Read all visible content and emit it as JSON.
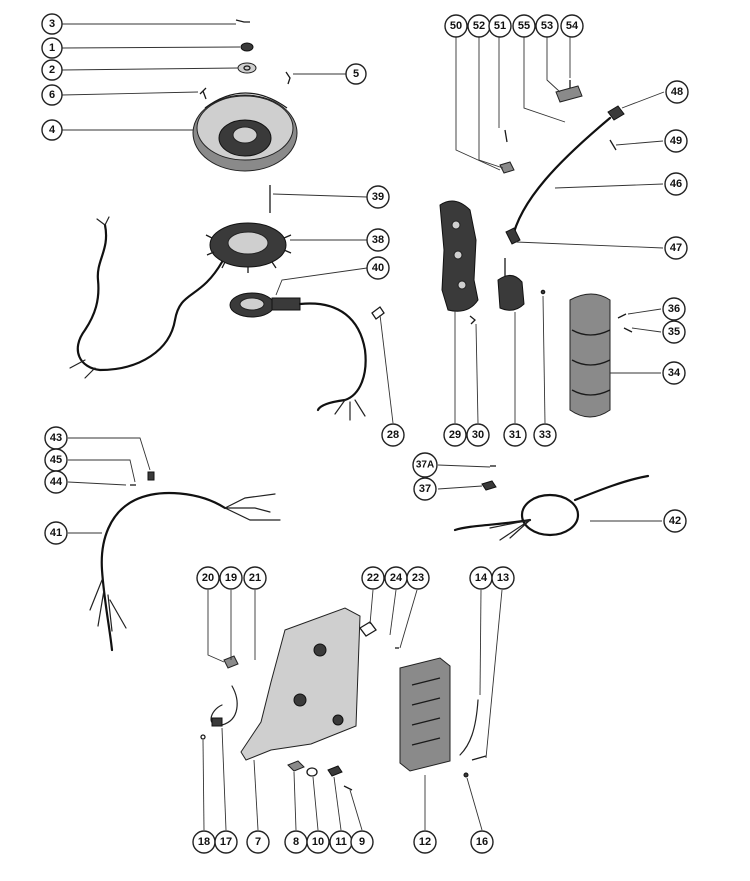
{
  "diagram": {
    "callouts": [
      {
        "id": "c3",
        "label": "3"
      },
      {
        "id": "c1",
        "label": "1"
      },
      {
        "id": "c2",
        "label": "2"
      },
      {
        "id": "c6",
        "label": "6"
      },
      {
        "id": "c4",
        "label": "4"
      },
      {
        "id": "c5",
        "label": "5"
      },
      {
        "id": "c39",
        "label": "39"
      },
      {
        "id": "c38",
        "label": "38"
      },
      {
        "id": "c40",
        "label": "40"
      },
      {
        "id": "c28",
        "label": "28"
      },
      {
        "id": "c50",
        "label": "50"
      },
      {
        "id": "c52",
        "label": "52"
      },
      {
        "id": "c51",
        "label": "51"
      },
      {
        "id": "c55",
        "label": "55"
      },
      {
        "id": "c53",
        "label": "53"
      },
      {
        "id": "c54",
        "label": "54"
      },
      {
        "id": "c48",
        "label": "48"
      },
      {
        "id": "c49",
        "label": "49"
      },
      {
        "id": "c46",
        "label": "46"
      },
      {
        "id": "c47",
        "label": "47"
      },
      {
        "id": "c36",
        "label": "36"
      },
      {
        "id": "c35",
        "label": "35"
      },
      {
        "id": "c34",
        "label": "34"
      },
      {
        "id": "c29",
        "label": "29"
      },
      {
        "id": "c30",
        "label": "30"
      },
      {
        "id": "c31",
        "label": "31"
      },
      {
        "id": "c33",
        "label": "33"
      },
      {
        "id": "c43",
        "label": "43"
      },
      {
        "id": "c45",
        "label": "45"
      },
      {
        "id": "c44",
        "label": "44"
      },
      {
        "id": "c41",
        "label": "41"
      },
      {
        "id": "c37A",
        "label": "37A"
      },
      {
        "id": "c37",
        "label": "37"
      },
      {
        "id": "c42",
        "label": "42"
      },
      {
        "id": "c20",
        "label": "20"
      },
      {
        "id": "c19",
        "label": "19"
      },
      {
        "id": "c21",
        "label": "21"
      },
      {
        "id": "c22",
        "label": "22"
      },
      {
        "id": "c24",
        "label": "24"
      },
      {
        "id": "c23",
        "label": "23"
      },
      {
        "id": "c14",
        "label": "14"
      },
      {
        "id": "c13",
        "label": "13"
      },
      {
        "id": "c18",
        "label": "18"
      },
      {
        "id": "c17",
        "label": "17"
      },
      {
        "id": "c7",
        "label": "7"
      },
      {
        "id": "c8",
        "label": "8"
      },
      {
        "id": "c10",
        "label": "10"
      },
      {
        "id": "c11",
        "label": "11"
      },
      {
        "id": "c9",
        "label": "9"
      },
      {
        "id": "c12",
        "label": "12"
      },
      {
        "id": "c16",
        "label": "16"
      }
    ]
  }
}
